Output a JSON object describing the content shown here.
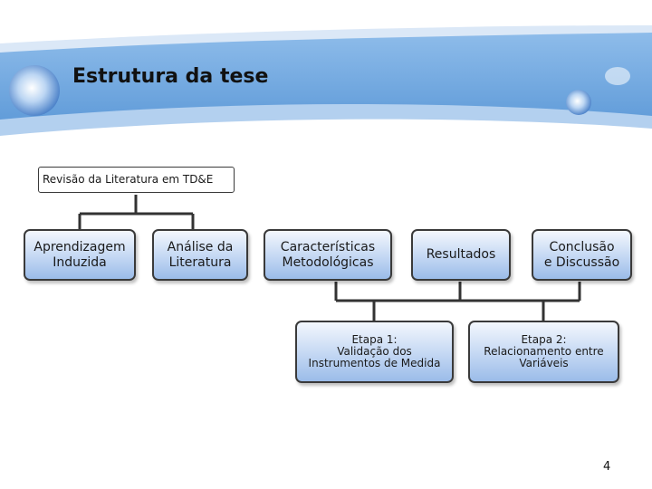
{
  "slide": {
    "title": "Estrutura da tese",
    "page_number": "4"
  },
  "diagram": {
    "root": "Revisão da Literatura em TD&E",
    "level1": {
      "aprendizagem": "Aprendizagem\nInduzida",
      "analise": "Análise da\nLiteratura",
      "caracteristicas": "Características\nMetodológicas",
      "resultados": "Resultados",
      "conclusao": "Conclusão\ne Discussão"
    },
    "level2": {
      "etapa1": "Etapa 1:\nValidação dos\nInstrumentos de Medida",
      "etapa2": "Etapa 2:\nRelacionamento entre\nVariáveis"
    }
  },
  "colors": {
    "banner_blue": "#6ba3de",
    "node_gradient_top": "#f3f7fd",
    "node_gradient_bottom": "#9bbce9",
    "connector": "#333333"
  }
}
